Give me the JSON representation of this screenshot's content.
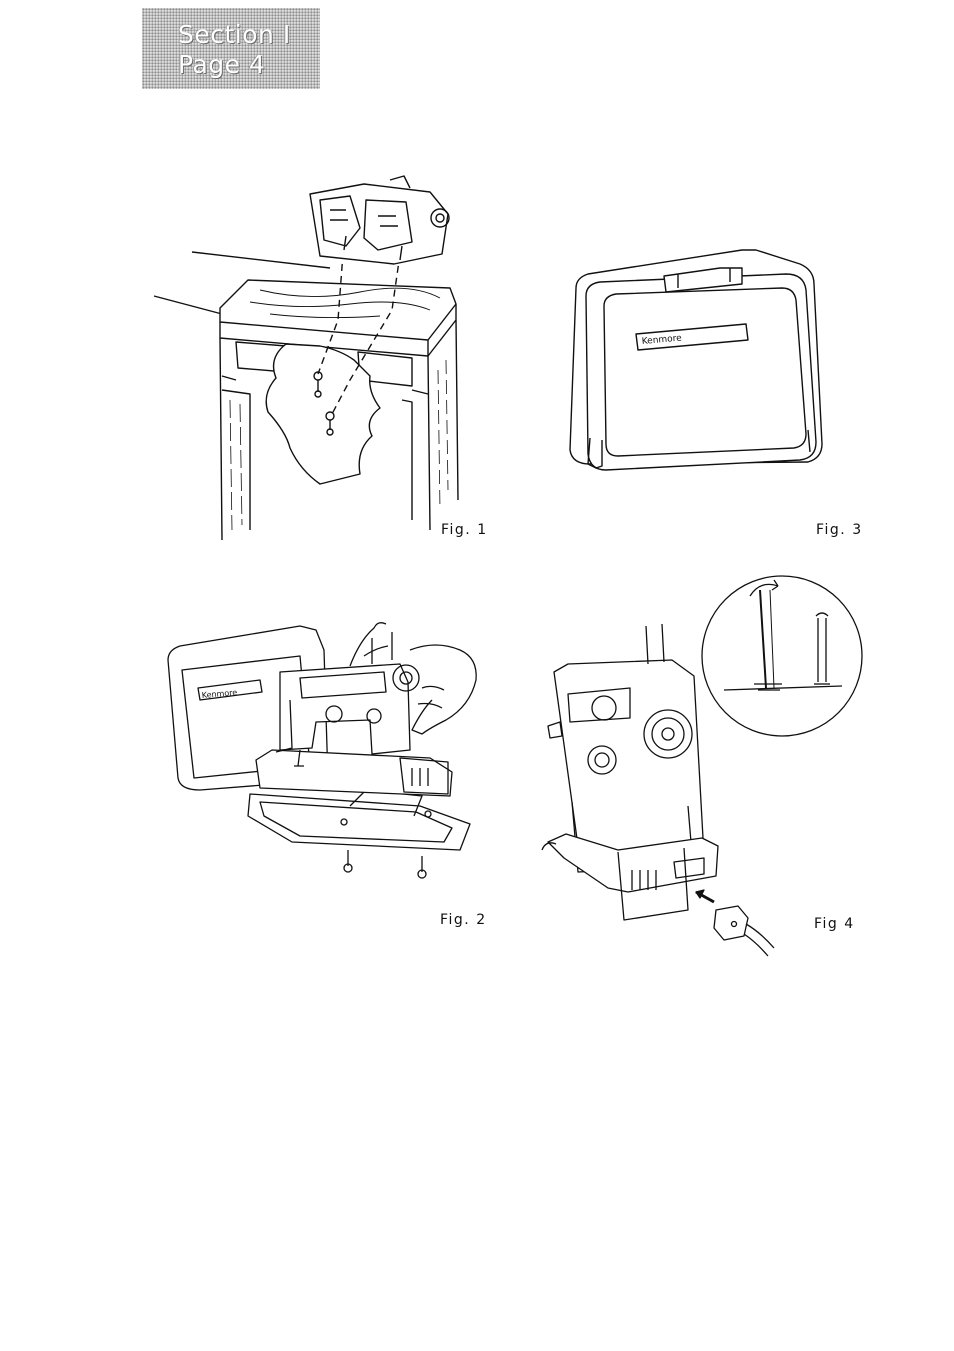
{
  "header": {
    "section_label": "Section I",
    "page_label": "Page 4"
  },
  "figures": [
    {
      "id": "fig1",
      "label": "Fig. 1",
      "icon": "cabinet-mounting-illustration"
    },
    {
      "id": "fig3",
      "label": "Fig. 3",
      "icon": "carrying-case-illustration",
      "brand_text": "Kenmore"
    },
    {
      "id": "fig2",
      "label": "Fig. 2",
      "icon": "machine-removal-illustration",
      "brand_text": "Kenmore"
    },
    {
      "id": "fig4",
      "label": "Fig 4",
      "icon": "spool-pin-power-cord-illustration"
    }
  ],
  "colors": {
    "ink": "#111111",
    "tab_background": "#c9c9c9",
    "tab_text": "#ffffff"
  }
}
